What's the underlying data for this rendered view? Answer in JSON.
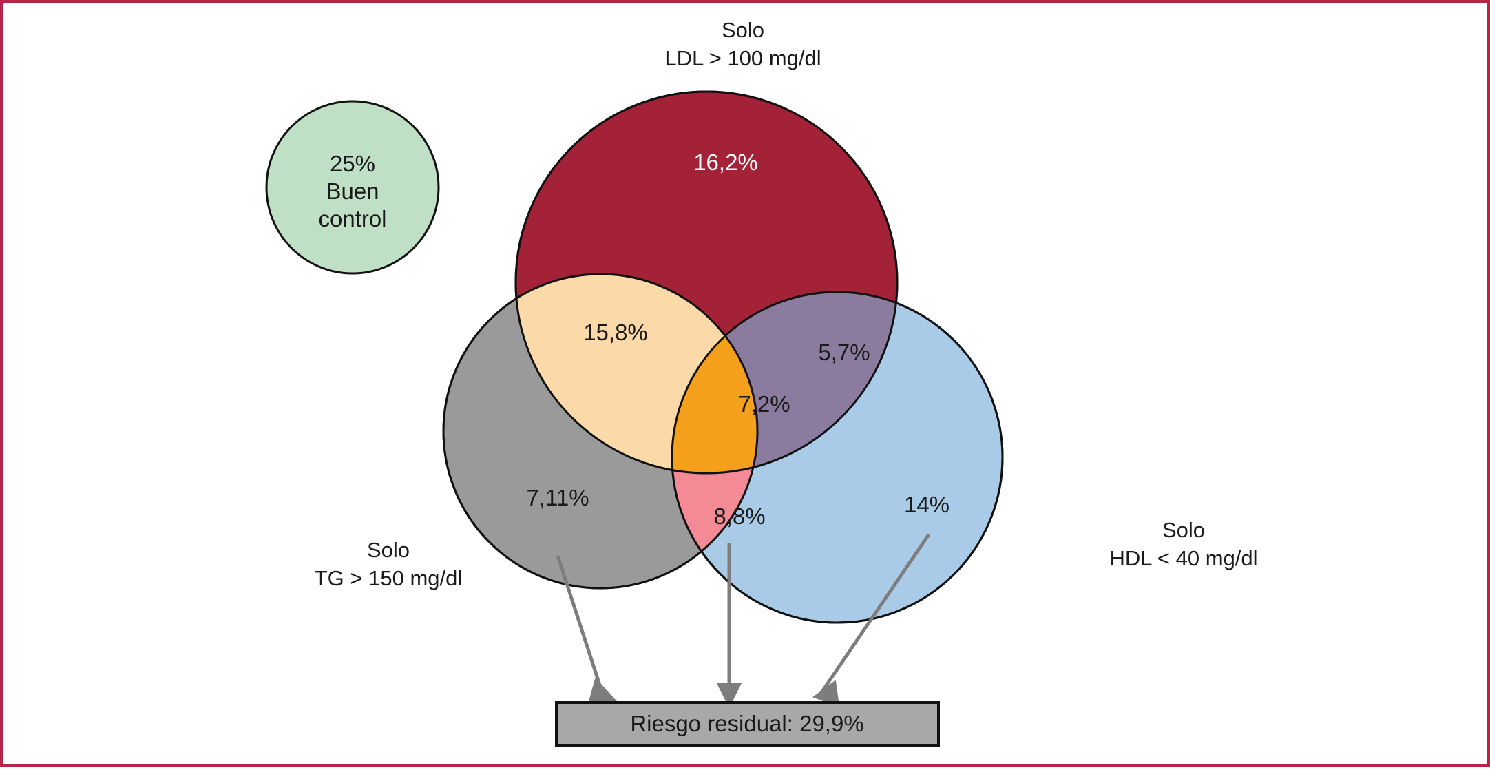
{
  "figure": {
    "frame_color": "#b5254a",
    "background": "#ffffff",
    "title": ""
  },
  "labels": {
    "ldl_line1": "Solo",
    "ldl_line2": "LDL > 100 mg/dl",
    "tg_line1": "Solo",
    "tg_line2": "TG > 150 mg/dl",
    "hdl_line1": "Solo",
    "hdl_line2": "HDL < 40 mg/dl",
    "good_control_line1": "25%",
    "good_control_line2": "Buen",
    "good_control_line3": "control",
    "residual_box": "Riesgo residual: 29,9%"
  },
  "chart_data": {
    "type": "venn",
    "title": "",
    "sets": [
      {
        "id": "ldl",
        "name": "Solo LDL > 100 mg/dl",
        "color": "#a32238",
        "label_color": "#ffffff"
      },
      {
        "id": "tg",
        "name": "Solo TG > 150 mg/dl",
        "color": "#9a9a9a",
        "label_color": "#1a1a1a"
      },
      {
        "id": "hdl",
        "name": "Solo HDL < 40 mg/dl",
        "color": "#a9cbe8",
        "label_color": "#1a1a1a"
      }
    ],
    "regions": [
      {
        "id": "ldl_only",
        "sets": [
          "ldl"
        ],
        "value": "16,2%",
        "color": "#a32238"
      },
      {
        "id": "tg_only",
        "sets": [
          "tg"
        ],
        "value": "7,11%",
        "color": "#9a9a9a"
      },
      {
        "id": "hdl_only",
        "sets": [
          "hdl"
        ],
        "value": "14%",
        "color": "#a9cbe8"
      },
      {
        "id": "ldl_tg",
        "sets": [
          "ldl",
          "tg"
        ],
        "value": "15,8%",
        "color": "#fcd9a8"
      },
      {
        "id": "ldl_hdl",
        "sets": [
          "ldl",
          "hdl"
        ],
        "value": "5,7%",
        "color": "#8b7b9e"
      },
      {
        "id": "tg_hdl",
        "sets": [
          "tg",
          "hdl"
        ],
        "value": "8,8%",
        "color": "#f48a95"
      },
      {
        "id": "ldl_tg_hdl",
        "sets": [
          "ldl",
          "tg",
          "hdl"
        ],
        "value": "7,2%",
        "color": "#f5a01c"
      }
    ],
    "external": [
      {
        "id": "good_control",
        "value": "25%",
        "name": "Buen control",
        "color": "#bfe0c4"
      }
    ],
    "summary": {
      "label": "Riesgo residual",
      "value": "29,9%"
    },
    "units": "percent"
  }
}
